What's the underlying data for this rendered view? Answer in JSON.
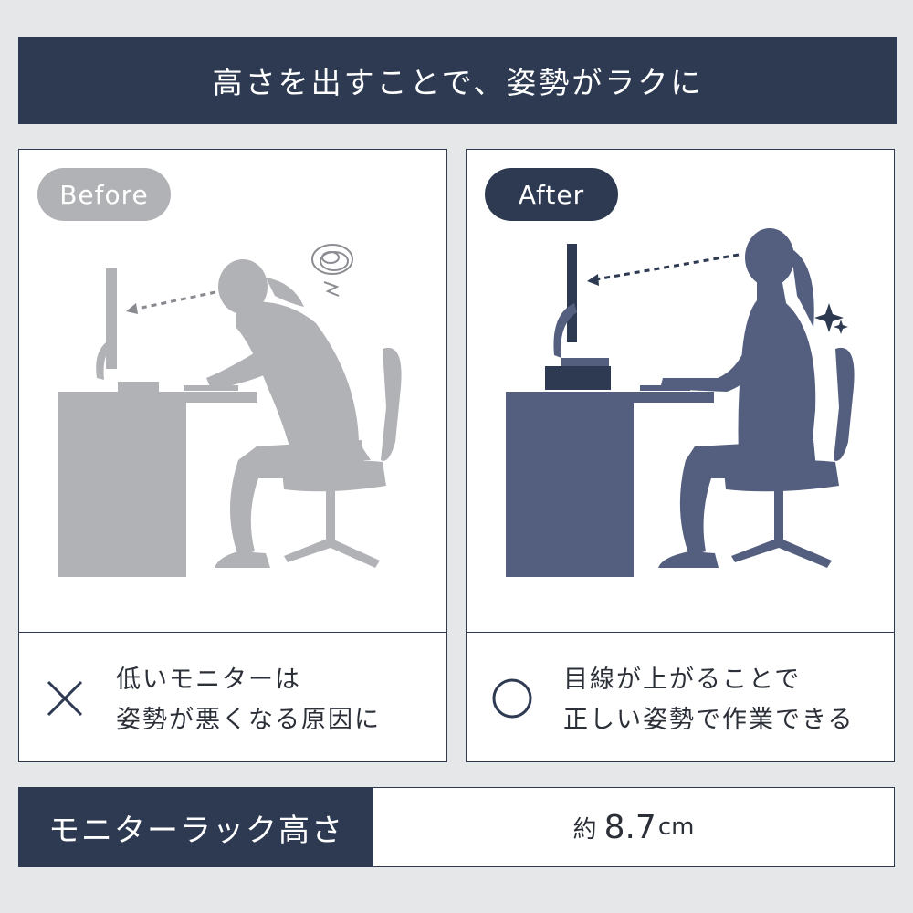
{
  "banner": {
    "title": "高さを出すことで、姿勢がラクに"
  },
  "before": {
    "label": "Before",
    "mark_icon": "cross-icon",
    "caption_line1": "低いモニターは",
    "caption_line2": "姿勢が悪くなる原因に"
  },
  "after": {
    "label": "After",
    "mark_icon": "circle-icon",
    "caption_line1": "目線が上がることで",
    "caption_line2": "正しい姿勢で作業できる"
  },
  "spec": {
    "label": "モニターラック高さ",
    "value_prefix": "約",
    "value_number": "8.7",
    "value_unit": "cm"
  },
  "colors": {
    "navy": "#2e3a52",
    "before_gray": "#b1b2b6",
    "after_figure": "#545e7e",
    "background": "#e6e7e9"
  }
}
